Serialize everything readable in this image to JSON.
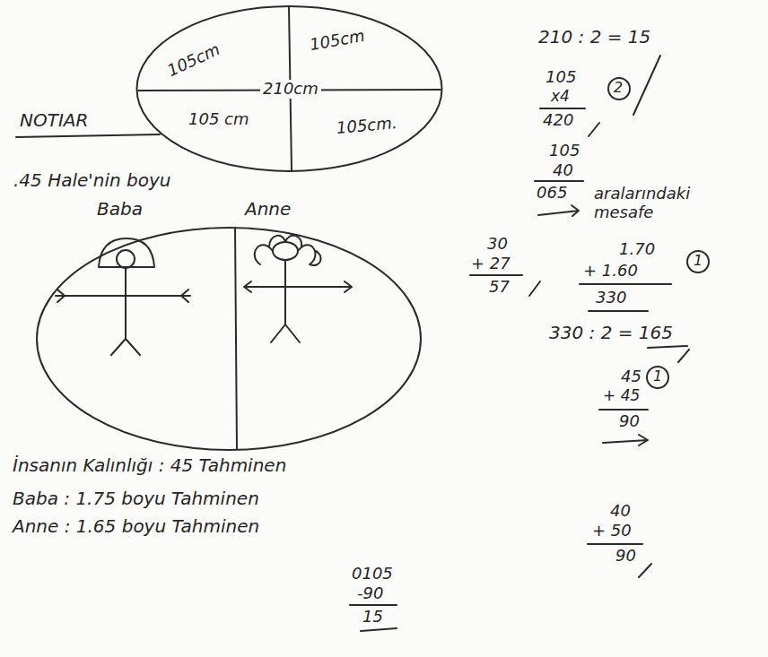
{
  "diagram": {
    "nodes": [
      {
        "text": [
          "105cm",
          "105cm",
          "210cm",
          "105 cm",
          "105cm."
        ]
      },
      {
        "text": [
          "Baba",
          "Anne"
        ]
      }
    ],
    "labels": [
      "NOTIAR",
      ".45 Hale'nin boyu",
      "İnsanın Kalınlığı : 45 Tahminen",
      "Baba : 1.75 boyu Tahminen",
      "Anne : 1.65 boyu Tahminen",
      "210 : 2 = 15",
      "105",
      "x4",
      "420",
      "2",
      "105",
      "40",
      "065",
      "aralarındaki mesafe",
      "30",
      "+ 27",
      "57",
      "1.70",
      "+ 1.60",
      "330",
      "1",
      "330 : 2 = 165",
      "45",
      "+ 45",
      "90",
      "1",
      "40",
      "+ 50",
      "90",
      "0105",
      "-90",
      "15"
    ]
  }
}
